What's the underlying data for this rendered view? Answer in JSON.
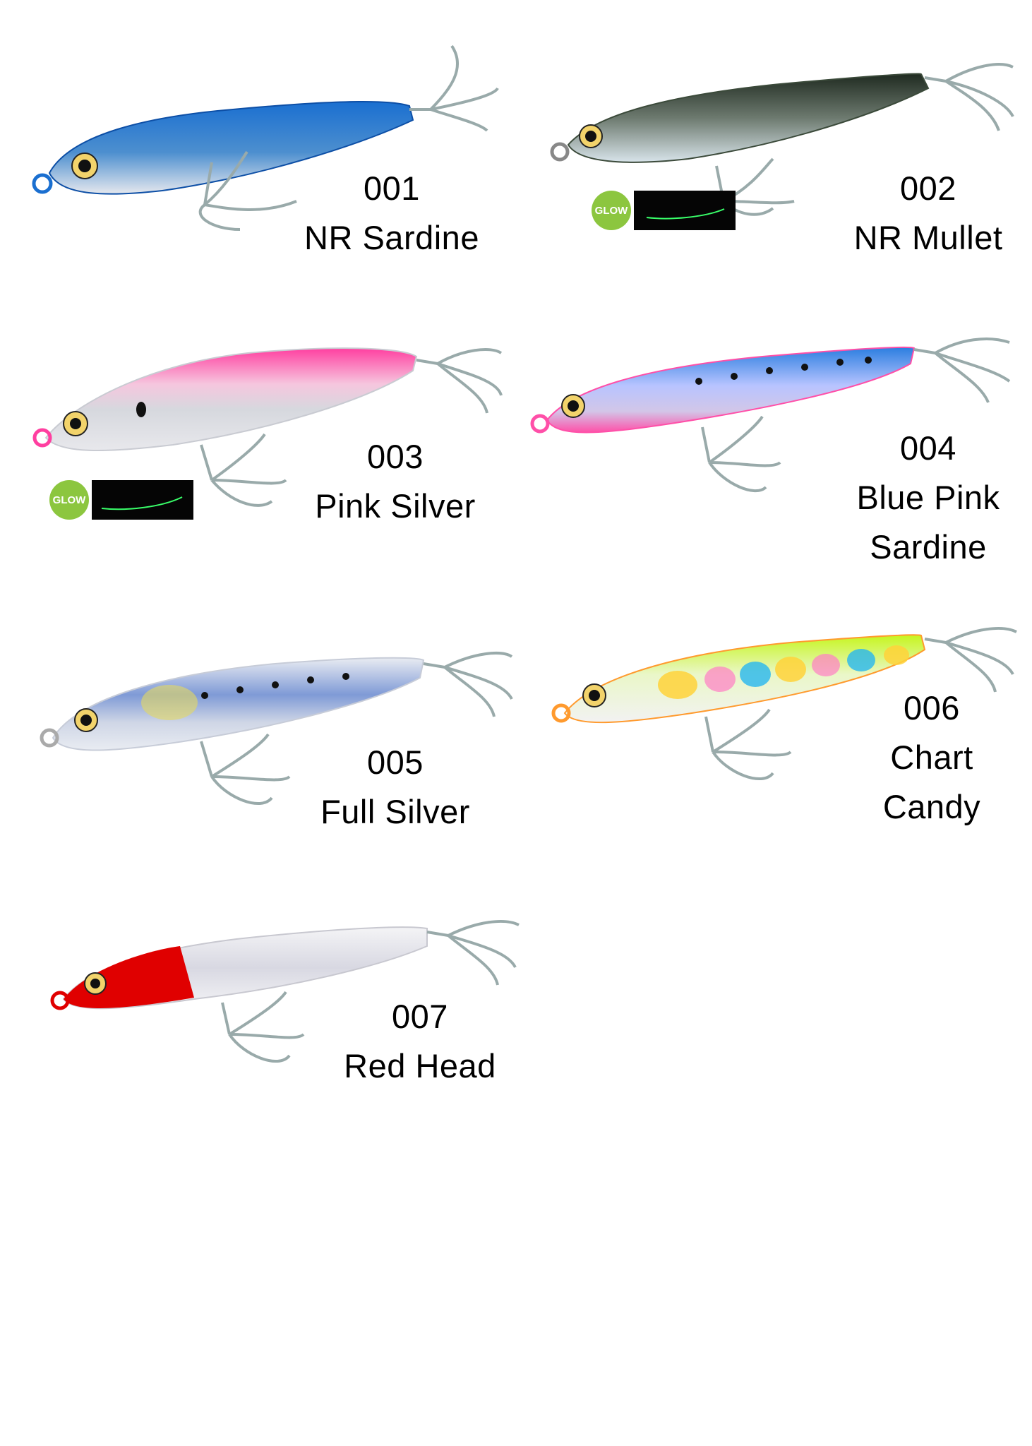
{
  "colors": {
    "background": "#ffffff",
    "glow_badge": "#8cc63f",
    "glow_line": "#39ff6a",
    "glow_strip": "#050505"
  },
  "glow_badge_text": "GLOW",
  "lures": [
    {
      "code": "001",
      "name_lines": [
        "NR Sardine"
      ],
      "glow": false,
      "back": "#1a6fd0",
      "belly": "#e6e8ee",
      "accent": "#0d4fa6"
    },
    {
      "code": "002",
      "name_lines": [
        "NR Mullet"
      ],
      "glow": true,
      "back": "#1f2a20",
      "belly": "#d8e4ea",
      "accent": "#3b4a3a"
    },
    {
      "code": "003",
      "name_lines": [
        "Pink Silver"
      ],
      "glow": true,
      "back": "#ff3fa0",
      "belly": "#e8e8ec",
      "accent": "#c9cbd2"
    },
    {
      "code": "004",
      "name_lines": [
        "Blue Pink",
        "Sardine"
      ],
      "glow": false,
      "back": "#2b7ee0",
      "belly": "#ff4fa8",
      "accent": "#b8c4ff"
    },
    {
      "code": "005",
      "name_lines": [
        "Full Silver"
      ],
      "glow": false,
      "back": "#7f9ad6",
      "belly": "#e9ecf2",
      "accent": "#e4d860"
    },
    {
      "code": "006",
      "name_lines": [
        "Chart",
        "Candy"
      ],
      "glow": false,
      "back": "#c6f51e",
      "belly": "#f2f2f2",
      "accent": "#ff9a2e"
    },
    {
      "code": "007",
      "name_lines": [
        "Red Head"
      ],
      "glow": false,
      "back": "#d8d8e2",
      "belly": "#f4f4f6",
      "accent": "#e00000"
    }
  ]
}
